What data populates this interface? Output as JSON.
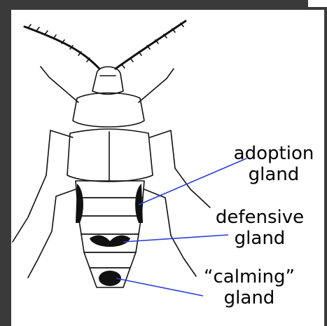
{
  "labels": {
    "adoption": [
      "adoption",
      "gland"
    ],
    "defensive": [
      "defensive",
      "gland"
    ],
    "calming": [
      "“calming”",
      "gland"
    ]
  },
  "colors": {
    "background": "#3a3a3a",
    "panel": "#ffffff",
    "leader_line": "#2a3fd6",
    "ink": "#111111"
  }
}
